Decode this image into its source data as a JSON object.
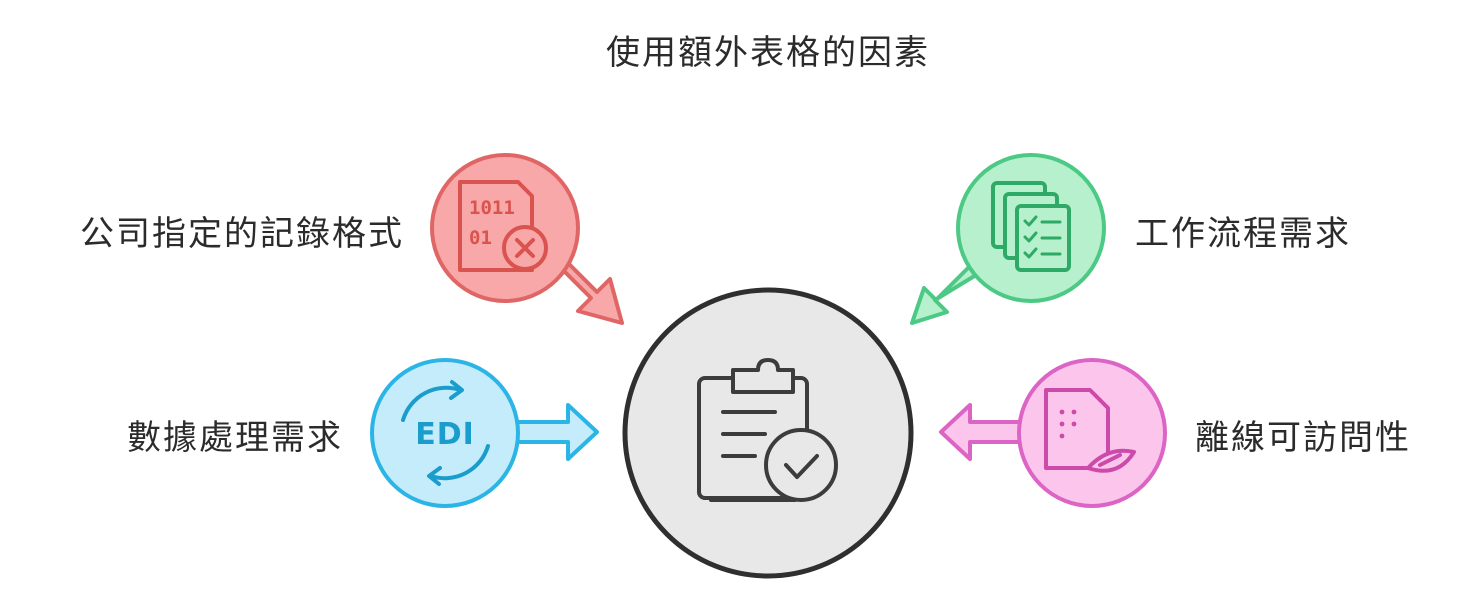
{
  "title": "使用額外表格的因素",
  "center": {
    "icon": "clipboard-check-icon",
    "fill": "#e8e8e8",
    "stroke": "#2f2f2f"
  },
  "factors": [
    {
      "id": "company-format",
      "label": "公司指定的記錄格式",
      "icon": "binary-file-error-icon",
      "icon_text_top": "1011",
      "icon_text_bottom": "01",
      "fill": "#f8a8a8",
      "stroke": "#e06666",
      "arrow_direction": "inward"
    },
    {
      "id": "workflow",
      "label": "工作流程需求",
      "icon": "checklist-documents-icon",
      "fill": "#b6f0cc",
      "stroke": "#4cc984",
      "arrow_direction": "inward"
    },
    {
      "id": "data-processing",
      "label": "數據處理需求",
      "icon": "edi-exchange-icon",
      "icon_text": "EDI",
      "fill": "#c4ecfa",
      "stroke": "#2bb5e6",
      "arrow_direction": "outward"
    },
    {
      "id": "offline-access",
      "label": "離線可訪問性",
      "icon": "offline-document-icon",
      "fill": "#fcc6ec",
      "stroke": "#dc64c4",
      "arrow_direction": "outward"
    }
  ]
}
